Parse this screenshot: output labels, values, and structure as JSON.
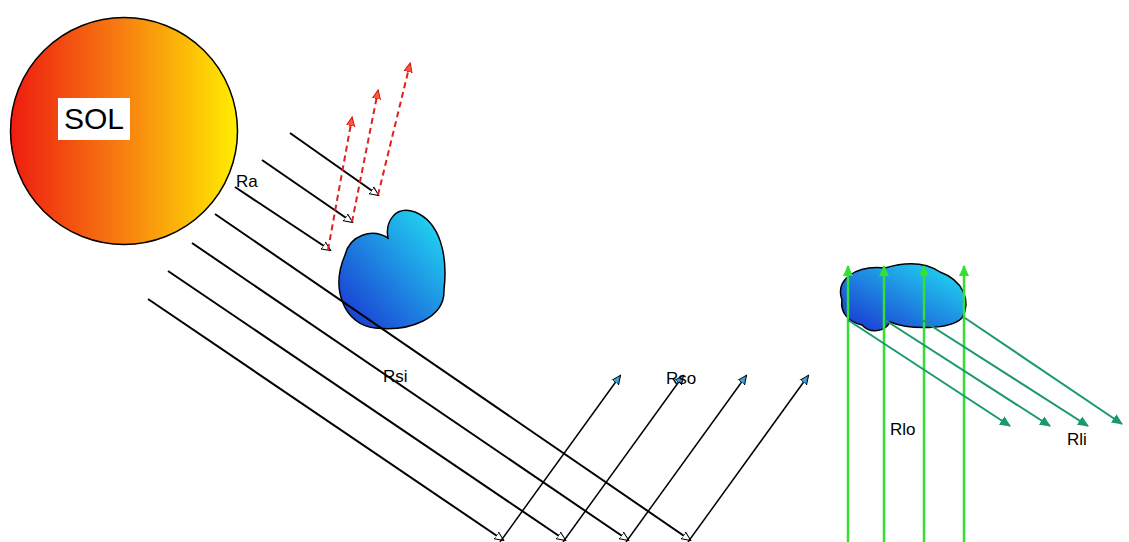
{
  "diagram": {
    "nodes": [
      {
        "text": [
          "SOL"
        ]
      }
    ],
    "labels": [
      "Ra",
      "Rsi",
      "Rso",
      "Rlo",
      "Rli"
    ]
  }
}
